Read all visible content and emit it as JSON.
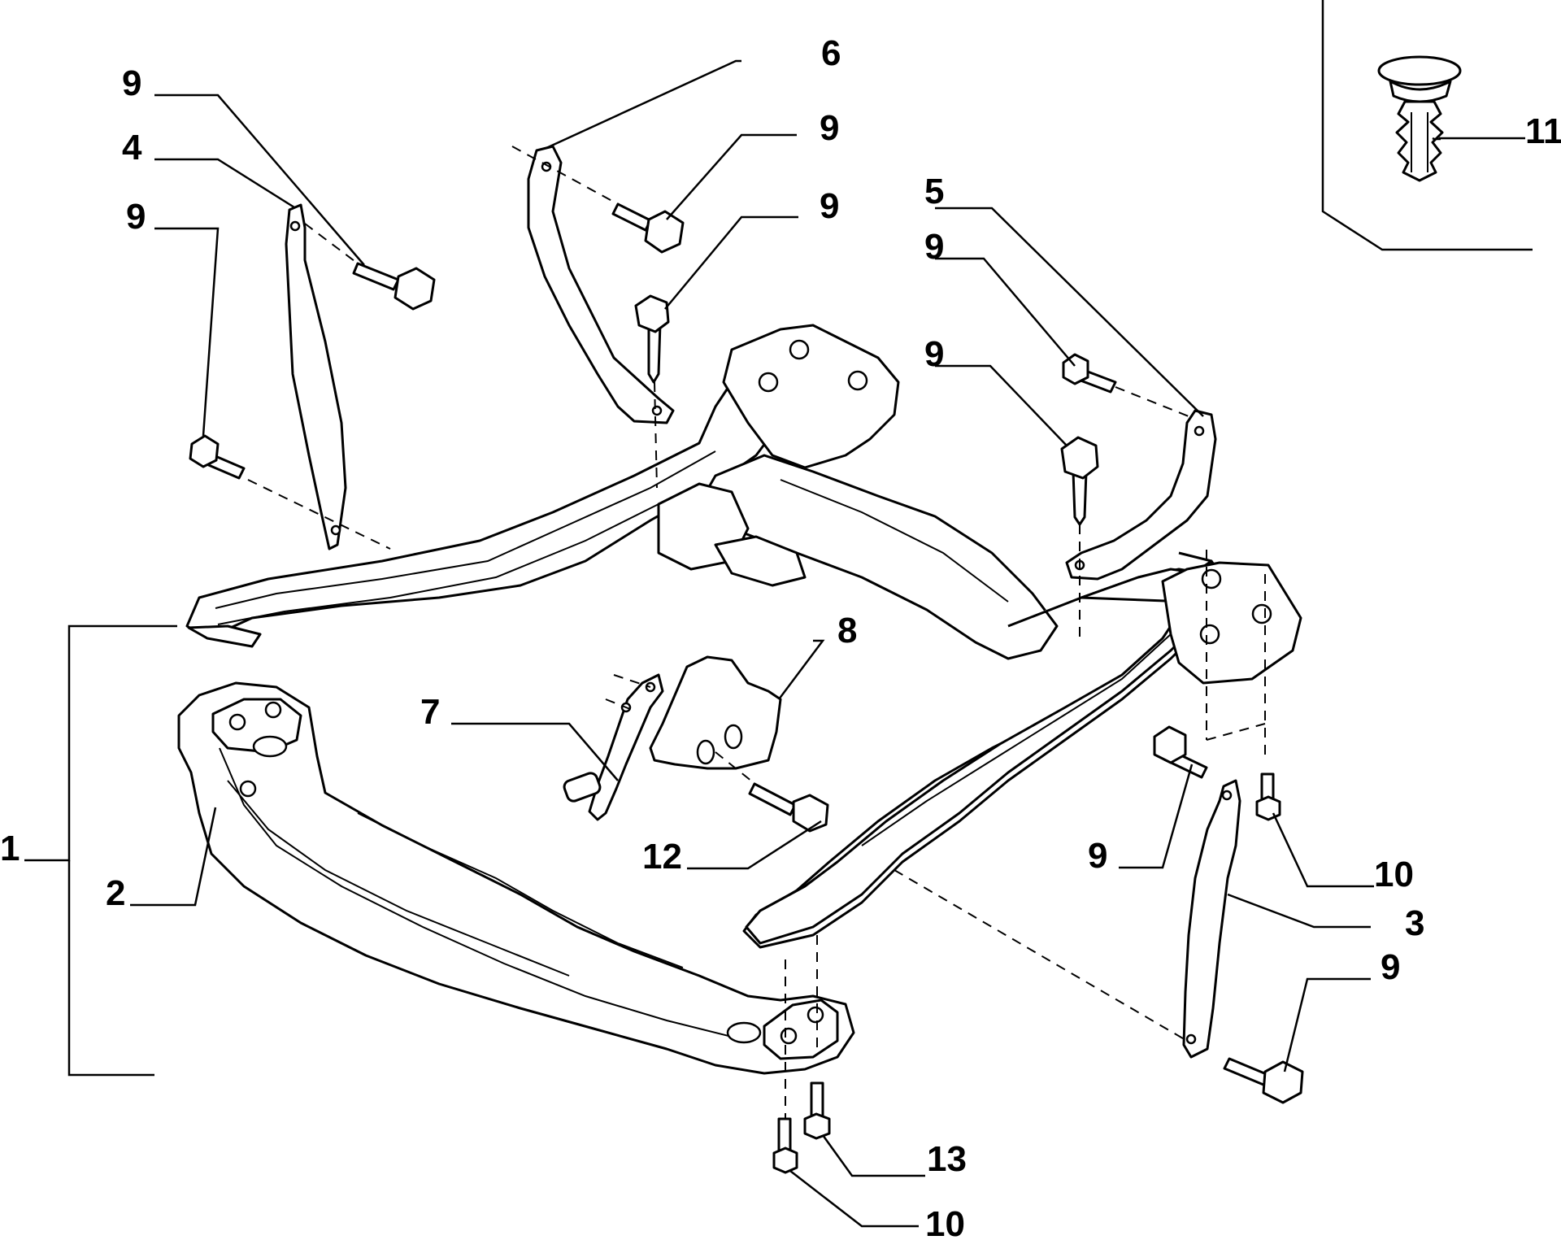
{
  "diagram": {
    "type": "exploded-parts-diagram",
    "callouts": [
      {
        "id": "c-1",
        "text": "1"
      },
      {
        "id": "c-2",
        "text": "2"
      },
      {
        "id": "c-3",
        "text": "3"
      },
      {
        "id": "c-4",
        "text": "4"
      },
      {
        "id": "c-5",
        "text": "5"
      },
      {
        "id": "c-6",
        "text": "6"
      },
      {
        "id": "c-7",
        "text": "7"
      },
      {
        "id": "c-8",
        "text": "8"
      },
      {
        "id": "c-9a",
        "text": "9"
      },
      {
        "id": "c-9b",
        "text": "9"
      },
      {
        "id": "c-9c",
        "text": "9"
      },
      {
        "id": "c-9d",
        "text": "9"
      },
      {
        "id": "c-9e",
        "text": "9"
      },
      {
        "id": "c-9f",
        "text": "9"
      },
      {
        "id": "c-9g",
        "text": "9"
      },
      {
        "id": "c-9h",
        "text": "9"
      },
      {
        "id": "c-10a",
        "text": "10"
      },
      {
        "id": "c-10b",
        "text": "10"
      },
      {
        "id": "c-11",
        "text": "11"
      },
      {
        "id": "c-12",
        "text": "12"
      },
      {
        "id": "c-13",
        "text": "13"
      }
    ]
  }
}
